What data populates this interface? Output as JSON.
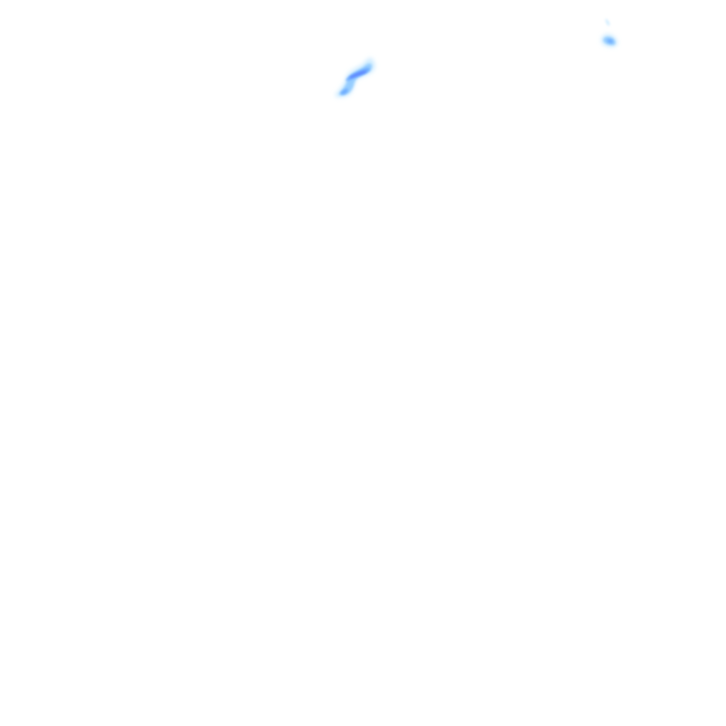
{
  "map_layer": {
    "type": "precipitation-radar-tile",
    "background_color": "#ffffff",
    "intensity_palette": [
      "#bfe6ff",
      "#8cc8ff",
      "#6aa9ff",
      "#5b7dff"
    ],
    "echoes": [
      {
        "name": "central-north-echo",
        "intensity_levels": [
          1,
          2,
          3,
          4
        ]
      },
      {
        "name": "northeast-echo",
        "intensity_levels": [
          1,
          2,
          3
        ]
      },
      {
        "name": "northeast-speck",
        "intensity_levels": [
          1
        ]
      }
    ]
  }
}
